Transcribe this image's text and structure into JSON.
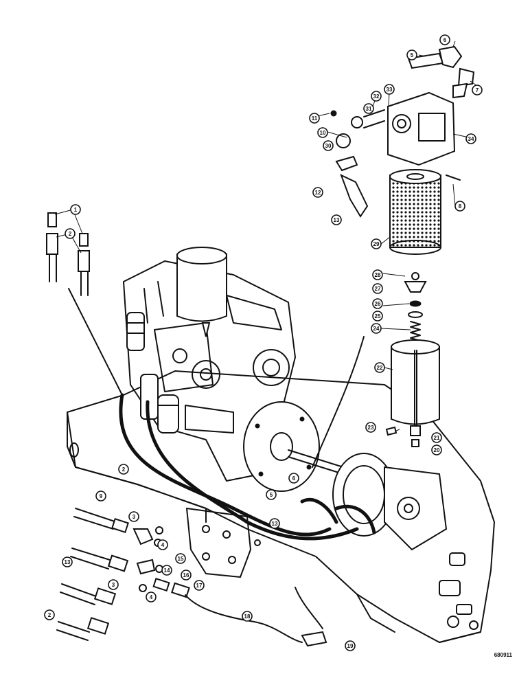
{
  "figure": {
    "reference_id": "680911",
    "callouts": [
      {
        "id": "c1",
        "label": "1"
      },
      {
        "id": "c2a",
        "label": "2"
      },
      {
        "id": "c2b",
        "label": "2"
      },
      {
        "id": "c2c",
        "label": "2"
      },
      {
        "id": "c3a",
        "label": "3"
      },
      {
        "id": "c3b",
        "label": "3"
      },
      {
        "id": "c4a",
        "label": "4"
      },
      {
        "id": "c4b",
        "label": "4"
      },
      {
        "id": "c5a",
        "label": "5"
      },
      {
        "id": "c5b",
        "label": "5"
      },
      {
        "id": "c6a",
        "label": "6"
      },
      {
        "id": "c6b",
        "label": "6"
      },
      {
        "id": "c7",
        "label": "7"
      },
      {
        "id": "c8",
        "label": "8"
      },
      {
        "id": "c9",
        "label": "9"
      },
      {
        "id": "c10",
        "label": "10"
      },
      {
        "id": "c11",
        "label": "11"
      },
      {
        "id": "c12",
        "label": "12"
      },
      {
        "id": "c13a",
        "label": "13"
      },
      {
        "id": "c13b",
        "label": "13"
      },
      {
        "id": "c13c",
        "label": "13"
      },
      {
        "id": "c14",
        "label": "14"
      },
      {
        "id": "c15",
        "label": "15"
      },
      {
        "id": "c16",
        "label": "16"
      },
      {
        "id": "c17",
        "label": "17"
      },
      {
        "id": "c18",
        "label": "18"
      },
      {
        "id": "c19",
        "label": "19"
      },
      {
        "id": "c20",
        "label": "20"
      },
      {
        "id": "c21",
        "label": "21"
      },
      {
        "id": "c22",
        "label": "22"
      },
      {
        "id": "c23",
        "label": "23"
      },
      {
        "id": "c24",
        "label": "24"
      },
      {
        "id": "c25",
        "label": "25"
      },
      {
        "id": "c26",
        "label": "26"
      },
      {
        "id": "c27",
        "label": "27"
      },
      {
        "id": "c28",
        "label": "28"
      },
      {
        "id": "c29",
        "label": "29"
      },
      {
        "id": "c30",
        "label": "30"
      },
      {
        "id": "c31",
        "label": "31"
      },
      {
        "id": "c32",
        "label": "32"
      },
      {
        "id": "c33",
        "label": "33"
      },
      {
        "id": "c34",
        "label": "34"
      }
    ]
  }
}
